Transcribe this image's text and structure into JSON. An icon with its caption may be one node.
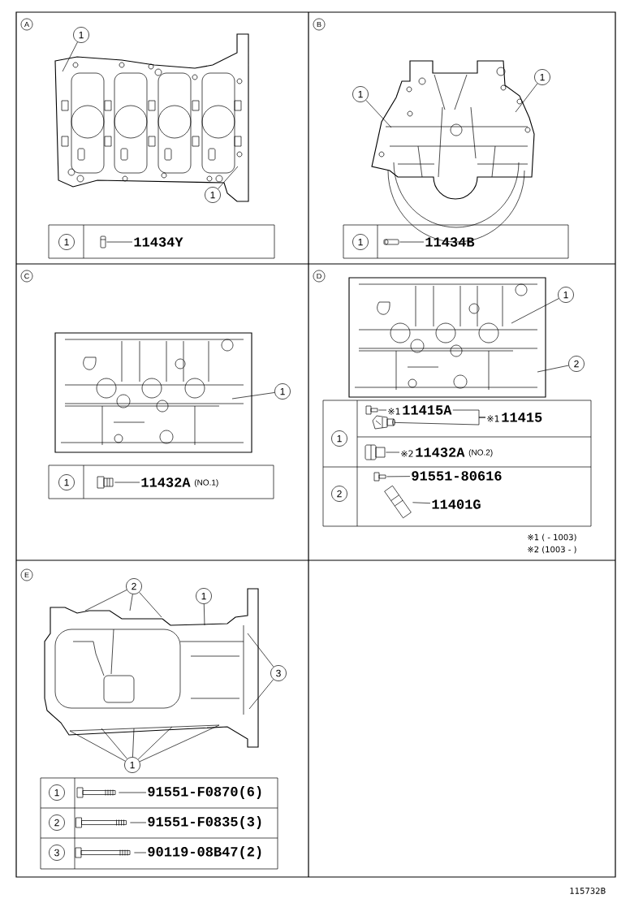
{
  "diagram": {
    "nodes": [
      {
        "text": [
          "A"
        ]
      },
      {
        "text": [
          "1"
        ]
      },
      {
        "text": [
          "1"
        ]
      },
      {
        "text": [
          "1"
        ]
      },
      {
        "text": [],
        "shape": "picture"
      },
      {
        "text": [
          "11434Y"
        ]
      },
      {
        "text": [
          "B"
        ]
      },
      {
        "text": [
          "1"
        ]
      },
      {
        "text": [
          "1"
        ]
      },
      {
        "text": [
          "1"
        ]
      },
      {
        "text": [],
        "shape": "picture"
      },
      {
        "text": [
          "11434B"
        ]
      },
      {
        "text": [
          "C"
        ]
      },
      {
        "text": [
          "1"
        ]
      },
      {
        "text": [
          "1"
        ]
      },
      {
        "text": [],
        "shape": "picture"
      },
      {
        "text": [
          "11432A"
        ],
        "beside": [
          "(NO.1)"
        ]
      },
      {
        "text": [
          "D"
        ]
      },
      {
        "text": [
          "1"
        ]
      },
      {
        "text": [
          "2"
        ]
      },
      {
        "text": [
          "1"
        ]
      },
      {
        "text": [],
        "shape": "picture"
      },
      {
        "text": [
          "※1",
          "11415A"
        ]
      },
      {
        "text": [],
        "shape": "picture"
      },
      {
        "text": [
          "※1",
          "11415"
        ]
      },
      {
        "text": [],
        "shape": "picture"
      },
      {
        "text": [
          "※2",
          "11432A"
        ],
        "beside": [
          "(NO.2)"
        ]
      },
      {
        "text": [
          "2"
        ]
      },
      {
        "text": [],
        "shape": "picture"
      },
      {
        "text": [
          "91551-80616"
        ]
      },
      {
        "text": [],
        "shape": "picture"
      },
      {
        "text": [
          "11401G"
        ]
      },
      {
        "text": [
          "E"
        ]
      },
      {
        "text": [
          "2"
        ]
      },
      {
        "text": [
          "1"
        ]
      },
      {
        "text": [
          "3"
        ]
      },
      {
        "text": [
          "1"
        ]
      },
      {
        "text": [
          "1"
        ]
      },
      {
        "text": [],
        "shape": "picture"
      },
      {
        "text": [
          "91551-F0870(6)"
        ]
      },
      {
        "text": [
          "2"
        ]
      },
      {
        "text": [],
        "shape": "picture"
      },
      {
        "text": [
          "91551-F0835(3)"
        ]
      },
      {
        "text": [
          "3"
        ]
      },
      {
        "text": [],
        "shape": "picture"
      },
      {
        "text": [
          "90119-08B47(2)"
        ]
      }
    ],
    "edges": [
      {
        "from": 1,
        "to": null,
        "arrow": "none"
      },
      {
        "from": 2,
        "to": null,
        "arrow": "none"
      },
      {
        "from": 5,
        "to": 4,
        "arrow": "none"
      },
      {
        "from": 7,
        "to": null,
        "arrow": "none"
      },
      {
        "from": 8,
        "to": null,
        "arrow": "none"
      },
      {
        "from": 11,
        "to": 10,
        "arrow": "none"
      },
      {
        "from": 13,
        "to": null,
        "arrow": "none"
      },
      {
        "from": 16,
        "to": 15,
        "arrow": "none"
      },
      {
        "from": 18,
        "to": null,
        "arrow": "none"
      },
      {
        "from": 19,
        "to": null,
        "arrow": "none"
      },
      {
        "from": 22,
        "to": 21,
        "arrow": "none"
      },
      {
        "from": 22,
        "to": 24,
        "arrow": "none"
      },
      {
        "from": 23,
        "to": 24,
        "arrow": "none"
      },
      {
        "from": 26,
        "to": 25,
        "arrow": "none"
      },
      {
        "from": 29,
        "to": 28,
        "arrow": "none"
      },
      {
        "from": 31,
        "to": 30,
        "arrow": "none"
      },
      {
        "from": 33,
        "to": null,
        "arrow": "none"
      },
      {
        "from": 33,
        "to": null,
        "arrow": "none"
      },
      {
        "from": 33,
        "to": null,
        "arrow": "none"
      },
      {
        "from": 34,
        "to": null,
        "arrow": "none"
      },
      {
        "from": 35,
        "to": null,
        "arrow": "none"
      },
      {
        "from": 35,
        "to": null,
        "arrow": "none"
      },
      {
        "from": 36,
        "to": null,
        "arrow": "none"
      },
      {
        "from": 36,
        "to": null,
        "arrow": "none"
      },
      {
        "from": 36,
        "to": null,
        "arrow": "none"
      },
      {
        "from": 36,
        "to": null,
        "arrow": "none"
      },
      {
        "from": 36,
        "to": null,
        "arrow": "none"
      },
      {
        "from": 39,
        "to": 38,
        "arrow": "none"
      },
      {
        "from": 42,
        "to": 41,
        "arrow": "none"
      },
      {
        "from": 45,
        "to": 44,
        "arrow": "none"
      }
    ],
    "labels": [
      "※1 ( - 1003)",
      "※2 (1003 - )",
      "115732B"
    ]
  }
}
